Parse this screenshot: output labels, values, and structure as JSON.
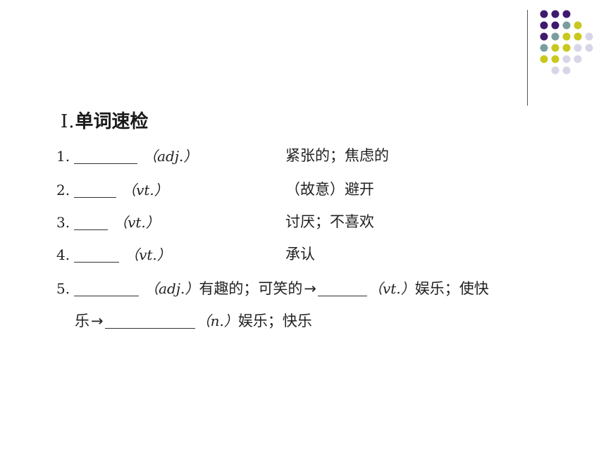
{
  "heading": {
    "number": "Ⅰ.",
    "title": "单词速检"
  },
  "items": [
    {
      "num": "1.",
      "pos": "（adj.）",
      "meaning": "紧张的；焦虑的"
    },
    {
      "num": "2.",
      "pos": "（vt.）",
      "meaning": "（故意）避开"
    },
    {
      "num": "3.",
      "pos": "（vt.）",
      "meaning": "讨厌；不喜欢"
    },
    {
      "num": "4.",
      "pos": "（vt.）",
      "meaning": "承认"
    }
  ],
  "item5": {
    "num": "5.",
    "pos1": "（adj.）",
    "meaning1": "有趣的；可笑的",
    "pos2": "（vt.）",
    "meaning2a": "娱乐；使快",
    "meaning2b": "乐",
    "pos3": "（n.）",
    "meaning3": "娱乐；快乐"
  },
  "decor": {
    "colors": {
      "purple": "#3f1a6e",
      "teal": "#7a9e9e",
      "yellow": "#c8c81e",
      "lavender": "#d6d6e8"
    }
  }
}
